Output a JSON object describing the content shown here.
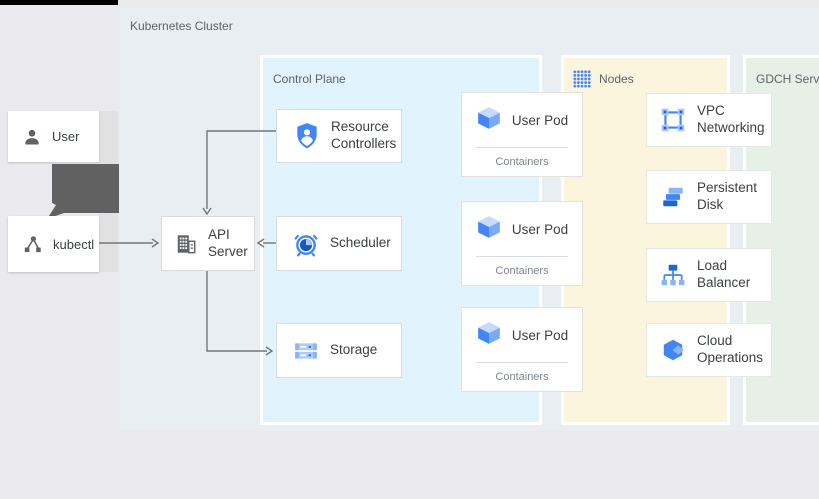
{
  "cluster": {
    "label": "Kubernetes Cluster"
  },
  "actors": {
    "user": {
      "label": "User",
      "icon": "person-icon"
    },
    "kubectl": {
      "label": "kubectl",
      "icon": "fork-nodes-icon"
    }
  },
  "control_plane": {
    "label": "Control Plane",
    "cards": {
      "resource_controllers": {
        "label": "Resource Controllers",
        "icon": "shield-person-icon"
      },
      "api_server": {
        "label": "API Server",
        "icon": "building-icon"
      },
      "scheduler": {
        "label": "Scheduler",
        "icon": "alarm-clock-icon"
      },
      "storage": {
        "label": "Storage",
        "icon": "storage-disks-icon"
      }
    }
  },
  "nodes": {
    "label": "Nodes",
    "icon": "dot-grid-icon",
    "pods": [
      {
        "label": "User Pod",
        "sublabel": "Containers",
        "icon": "cube-icon"
      },
      {
        "label": "User Pod",
        "sublabel": "Containers",
        "icon": "cube-icon"
      },
      {
        "label": "User Pod",
        "sublabel": "Containers",
        "icon": "cube-icon"
      }
    ]
  },
  "gdch": {
    "label": "GDCH Services",
    "cards": [
      {
        "label": "VPC Networking",
        "icon": "vpc-icon"
      },
      {
        "label": "Persistent Disk",
        "icon": "persistent-disk-icon"
      },
      {
        "label": "Load Balancer",
        "icon": "load-balancer-icon"
      },
      {
        "label": "Cloud Operations",
        "icon": "cloud-ops-icon"
      }
    ]
  },
  "colors": {
    "accent_blue": "#4285f4",
    "dark_blue": "#1967d2",
    "light_blue": "#aecbfa",
    "control_plane_bg": "#e1f3fd",
    "nodes_bg": "#fcf5dd",
    "gdch_bg": "#e6f0e7",
    "card_border": "#dadce0",
    "arrow_gray": "#757575",
    "thick_arrow_gray": "#616161",
    "icon_gray": "#5f6368"
  }
}
